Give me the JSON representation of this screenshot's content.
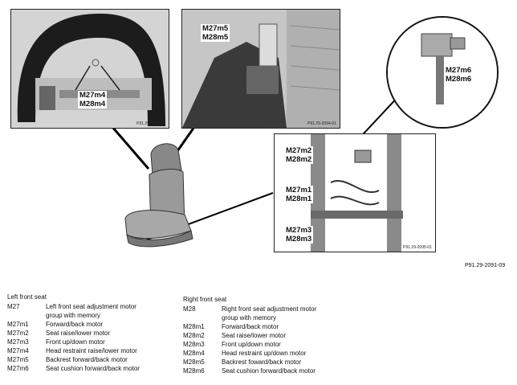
{
  "callouts": {
    "p1": [
      "M27m4",
      "M28m4"
    ],
    "p2": [
      "M27m5",
      "M28m5"
    ],
    "p3": [
      "M27m6",
      "M28m6"
    ],
    "p4a": [
      "M27m2",
      "M28m2"
    ],
    "p4b": [
      "M27m1",
      "M28m1"
    ],
    "p4c": [
      "M27m3",
      "M28m3"
    ]
  },
  "photo_refs": {
    "p1": "P91.29-2093-01",
    "p2": "P91.29-2094-01",
    "p4": "P91.29-2095-01"
  },
  "figure_ref": "P91.29-2091-09",
  "left_legend": {
    "title": "Left front seat",
    "rows": [
      {
        "code": "M27",
        "text": "Left front seat adjustment motor group with memory"
      },
      {
        "code": "M27m1",
        "text": "Forward/back motor"
      },
      {
        "code": "M27m2",
        "text": "Seat raise/lower motor"
      },
      {
        "code": "M27m3",
        "text": "Front up/down motor"
      },
      {
        "code": "M27m4",
        "text": "Head restraint raise/lower motor"
      },
      {
        "code": "M27m5",
        "text": "Backrest forward/back motor"
      },
      {
        "code": "M27m6",
        "text": "Seat cushion forward/back motor"
      }
    ]
  },
  "right_legend": {
    "title": "Right front seat",
    "rows": [
      {
        "code": "M28",
        "text": "Right front seat adjustment motor group with memory"
      },
      {
        "code": "M28m1",
        "text": "Forward/back motor"
      },
      {
        "code": "M28m2",
        "text": "Seat raise/lower motor"
      },
      {
        "code": "M28m3",
        "text": "Front up/down motor"
      },
      {
        "code": "M28m4",
        "text": "Head restraint up/down motor"
      },
      {
        "code": "M28m5",
        "text": "Backrest foward/back motor"
      },
      {
        "code": "M28m6",
        "text": "Seat cushion forward/back motor"
      }
    ]
  }
}
